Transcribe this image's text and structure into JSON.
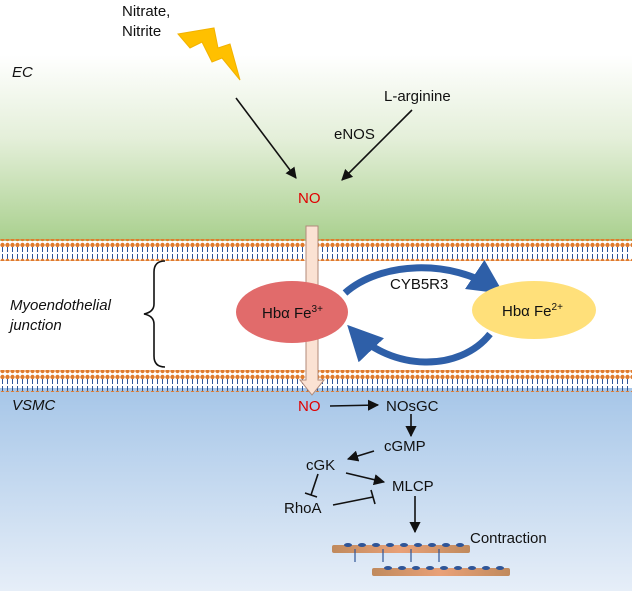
{
  "labels": {
    "ec": "EC",
    "nitrate": "Nitrate,",
    "nitrite": "Nitrite",
    "l_arginine": "L-arginine",
    "enos": "eNOS",
    "no_ec": "NO",
    "myo_line1": "Myoendothelial",
    "myo_line2": "junction",
    "cyb5r3": "CYB5R3",
    "hba_fe3_base": "Hbα Fe",
    "hba_fe3_sup": "3+",
    "hba_fe2_base": "Hbα Fe",
    "hba_fe2_sup": "2+",
    "vsmc": "VSMC",
    "no_vsmc": "NO",
    "nosgc": "NOsGC",
    "cgmp": "cGMP",
    "cgk": "cGK",
    "mlcp": "MLCP",
    "rhoa": "RhoA",
    "contraction": "Contraction"
  },
  "colors": {
    "ec_top": "#ffffff",
    "ec_bottom": "#a9d08e",
    "vsmc_top": "#a6c6e8",
    "vsmc_bottom": "#e6eef8",
    "membrane_head": "#e07b2c",
    "membrane_tail": "#2f5597",
    "no_text": "#e00000",
    "hba_fe3_fill": "#e16b6b",
    "hba_fe2_fill": "#ffe07a",
    "cycle_arrow": "#2e5fa8",
    "lightning": "#ffc000",
    "transport_arrow_fill": "#fbe2d3"
  }
}
